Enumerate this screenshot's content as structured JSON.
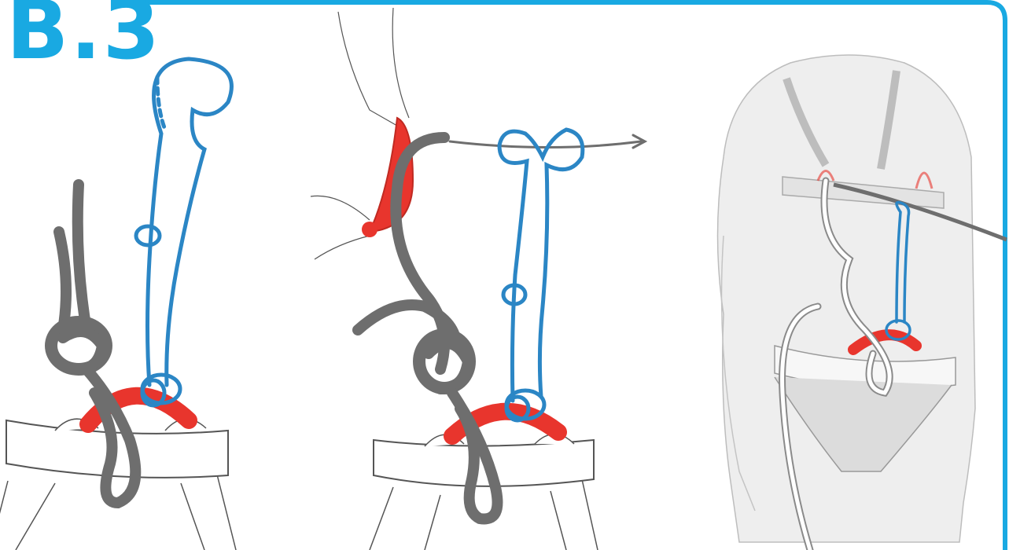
{
  "diagram": {
    "step_label": "B.3",
    "panels": [
      {
        "id": "panel-1",
        "description_key": "tie-figure-eight-into-harness"
      },
      {
        "id": "panel-2",
        "description_key": "clip-lanyard-and-dress-knot"
      },
      {
        "id": "panel-3",
        "description_key": "climber-tied-in-with-lanyard"
      }
    ],
    "colors": {
      "accent_blue": "#19a9e2",
      "frame_blue": "#19a9e2",
      "lanyard_blue": "#2b86c5",
      "rope_gray": "#6e6e6e",
      "belay_loop_red": "#e8352d",
      "harness_outline": "#555555",
      "person_gray": "#eeeeee"
    },
    "icons": [
      "arrow-right-icon"
    ]
  }
}
